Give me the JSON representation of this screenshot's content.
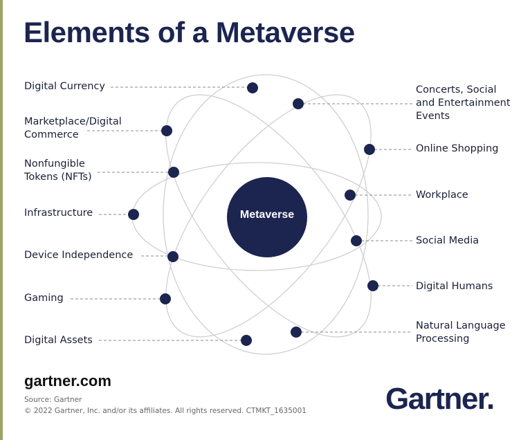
{
  "title": "Elements of a Metaverse",
  "center_label": "Metaverse",
  "left_elements": [
    "Digital Currency",
    "Marketplace/Digital\nCommerce",
    "Nonfungible\nTokens (NFTs)",
    "Infrastructure",
    "Device Independence",
    "Gaming",
    "Digital Assets"
  ],
  "right_elements": [
    "Concerts, Social\nand Entertainment\nEvents",
    "Online Shopping",
    "Workplace",
    "Social Media",
    "Digital Humans",
    "Natural Language\nProcessing"
  ],
  "footer": {
    "site": "gartner.com",
    "source": "Source: Gartner",
    "copyright": "© 2022 Gartner, Inc. and/or its affiliates. All rights reserved. CTMKT_1635001"
  },
  "logo_text": "Gartner.",
  "colors": {
    "navy": "#1c2550",
    "orbit": "#cfcfcf",
    "leader": "#888888",
    "accent_bar": "#9ea36a"
  }
}
